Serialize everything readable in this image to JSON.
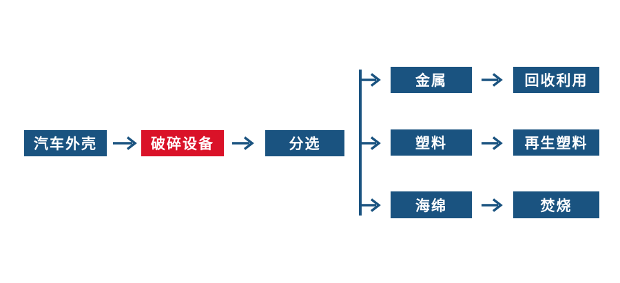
{
  "palette": {
    "node_blue": "#1a5380",
    "node_red": "#da1228",
    "node_text": "#ffffff",
    "connector": "#1a5380",
    "background": "#ffffff"
  },
  "flowchart": {
    "main_nodes": [
      {
        "id": "car-shell",
        "label": "汽车外壳",
        "color": "blue"
      },
      {
        "id": "crushing-equipment",
        "label": "破碎设备",
        "color": "red"
      },
      {
        "id": "sorting",
        "label": "分选",
        "color": "blue"
      }
    ],
    "branches": [
      {
        "material": "金属",
        "disposal": "回收利用"
      },
      {
        "material": "塑料",
        "disposal": "再生塑料"
      },
      {
        "material": "海绵",
        "disposal": "焚烧"
      }
    ]
  }
}
